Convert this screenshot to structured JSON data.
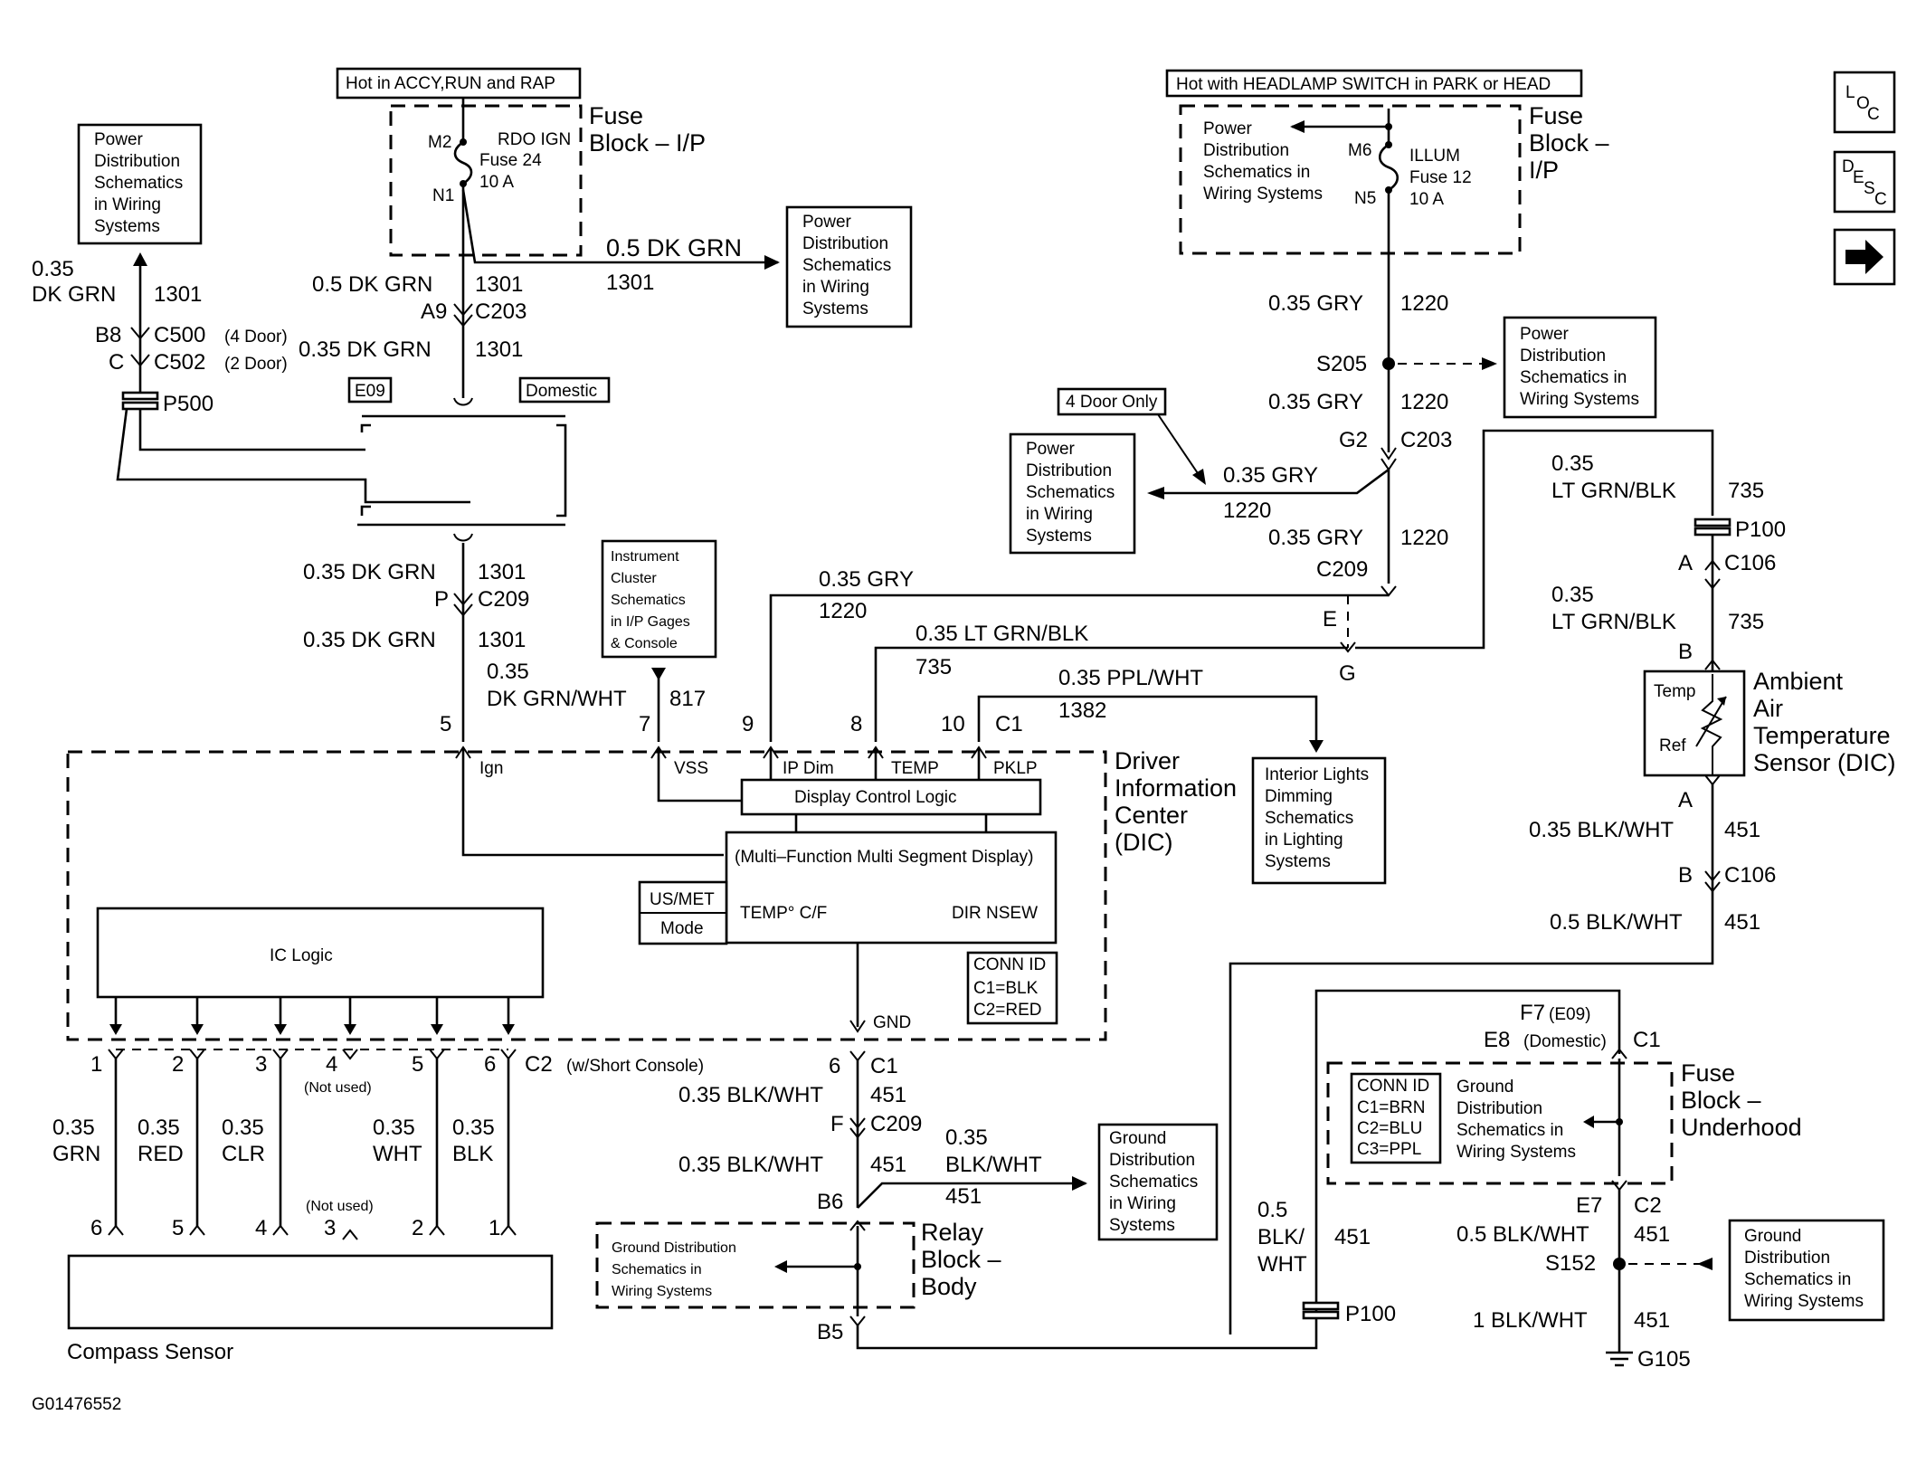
{
  "diagram_id": "G01476552",
  "nav": {
    "loc": "LOC",
    "desc": "DESC",
    "next_icon": "arrow-right-icon"
  },
  "hot_accy": "Hot in ACCY,RUN and RAP",
  "hot_headlamp": "Hot with HEADLAMP SWITCH in PARK or HEAD",
  "fuse_ip_left": {
    "title1": "Fuse",
    "title2": "Block – I/P",
    "m2": "M2",
    "n1": "N1",
    "name1": "RDO IGN",
    "name2": "Fuse 24",
    "amp": "10 A"
  },
  "fuse_ip_right": {
    "title1": "Fuse",
    "title2": "Block –",
    "title3": "I/P",
    "m6": "M6",
    "n5": "N5",
    "name1": "ILLUM",
    "name2": "Fuse 12",
    "amp": "10 A",
    "pd1": "Power",
    "pd2": "Distribution",
    "pd3": "Schematics in",
    "pd4": "Wiring Systems"
  },
  "pd_left": [
    "Power",
    "Distribution",
    "Schematics",
    "in Wiring",
    "Systems"
  ],
  "pd_mid": [
    "Power",
    "Distribution",
    "Schematics",
    "in Wiring",
    "Systems"
  ],
  "pd_s205": [
    "Power",
    "Distribution",
    "Schematics in",
    "Wiring Systems"
  ],
  "pd_4door": [
    "Power",
    "Distribution",
    "Schematics",
    "in Wiring",
    "Systems"
  ],
  "ic_sch": [
    "Instrument",
    "Cluster",
    "Schematics",
    "in I/P Gages",
    "& Console"
  ],
  "interior": [
    "Interior Lights",
    "Dimming",
    "Schematics",
    "in Lighting",
    "Systems"
  ],
  "gd_mid": [
    "Ground",
    "Distribution",
    "Schematics",
    "in Wiring",
    "Systems"
  ],
  "gd_relay": [
    "Ground Distribution",
    "Schematics in",
    "Wiring Systems"
  ],
  "gd_fuse": [
    "Ground",
    "Distribution",
    "Schematics in",
    "Wiring Systems"
  ],
  "gd_s152": [
    "Ground",
    "Distribution",
    "Schematics in",
    "Wiring Systems"
  ],
  "wires": {
    "w035": "0.35",
    "dkgrn": "DK GRN",
    "n1301": "1301",
    "b8": "B8",
    "c500": "C500",
    "door4": "(4 Door)",
    "c": "C",
    "c502": "C502",
    "door2": "(2 Door)",
    "p500": "P500",
    "g05dkgrn": "0.5 DK GRN",
    "a9": "A9",
    "c203": "C203",
    "g035dkgrn": "0.35 DK GRN",
    "e09": "E09",
    "domestic": "Domestic",
    "p": "P",
    "c209": "C209",
    "dkgrnwht": "DK GRN/WHT",
    "n817": "817",
    "g035gry": "0.35 GRY",
    "n1220": "1220",
    "s205": "S205",
    "g2": "G2",
    "door4only": "4 Door Only",
    "ltgrnblk": "LT GRN/BLK",
    "n735": "735",
    "p100": "P100",
    "a": "A",
    "c106": "C106",
    "b": "B",
    "e": "E",
    "g": "G",
    "g035ltgrnblk": "0.35 LT GRN/BLK",
    "g035pplwht": "0.35 PPL/WHT",
    "n1382": "1382",
    "pin5": "5",
    "pin7": "7",
    "pin9": "9",
    "pin8": "8",
    "pin10": "10",
    "c1": "C1"
  },
  "dic": {
    "title1": "Driver",
    "title2": "Information",
    "title3": "Center",
    "title4": "(DIC)",
    "ign": "Ign",
    "vss": "VSS",
    "ipdim": "IP Dim",
    "temp": "TEMP",
    "pklp": "PKLP",
    "dcl": "Display Control Logic",
    "mfd": "(Multi–Function Multi Segment Display)",
    "usmet": "US/MET",
    "mode": "Mode",
    "tempcf": "TEMP° C/F",
    "dir": "DIR NSEW",
    "icl": "IC Logic",
    "gnd": "GND",
    "connid": "CONN ID",
    "c1": "C1=BLK",
    "c2": "C2=RED"
  },
  "ambient": {
    "l1": "Ambient",
    "l2": "Air",
    "l3": "Temperature",
    "l4": "Sensor (DIC)",
    "temp": "Temp",
    "ref": "Ref"
  },
  "bottom_left": {
    "p1": "1",
    "p2": "2",
    "p3": "3",
    "p4": "4",
    "p5": "5",
    "p6": "6",
    "c2": "C2",
    "short": "(w/Short Console)",
    "notused": "(Not used)",
    "g035": "0.35",
    "grn": "GRN",
    "red": "RED",
    "clr": "CLR",
    "wht": "WHT",
    "blk": "BLK",
    "compass": "Compass Sensor"
  },
  "bottom_mid": {
    "pin6": "6",
    "c1": "C1",
    "w1": "0.35 BLK/WHT",
    "n451": "451",
    "f": "F",
    "c209": "C209",
    "b6": "B6",
    "g035": "0.35",
    "blkwht": "BLK/WHT",
    "b5": "B5",
    "relay1": "Relay",
    "relay2": "Block –",
    "relay3": "Body"
  },
  "bottom_right": {
    "w035bw": "0.35 BLK/WHT",
    "n451": "451",
    "b": "B",
    "c106": "C106",
    "w05bw": "0.5 BLK/WHT",
    "a": "A",
    "f7": "F7",
    "e09": "(E09)",
    "e8": "E8",
    "dom": "(Domestic)",
    "c1": "C1",
    "fuse1": "Fuse",
    "fuse2": "Block –",
    "fuse3": "Underhood",
    "connid": "CONN ID",
    "cc1": "C1=BRN",
    "cc2": "C2=BLU",
    "cc3": "C3=PPL",
    "e7": "E7",
    "c2": "C2",
    "s152": "S152",
    "w1bw": "1 BLK/WHT",
    "g105": "G105",
    "w05": "0.5",
    "blk": "BLK/",
    "wht": "WHT",
    "p100": "P100"
  }
}
